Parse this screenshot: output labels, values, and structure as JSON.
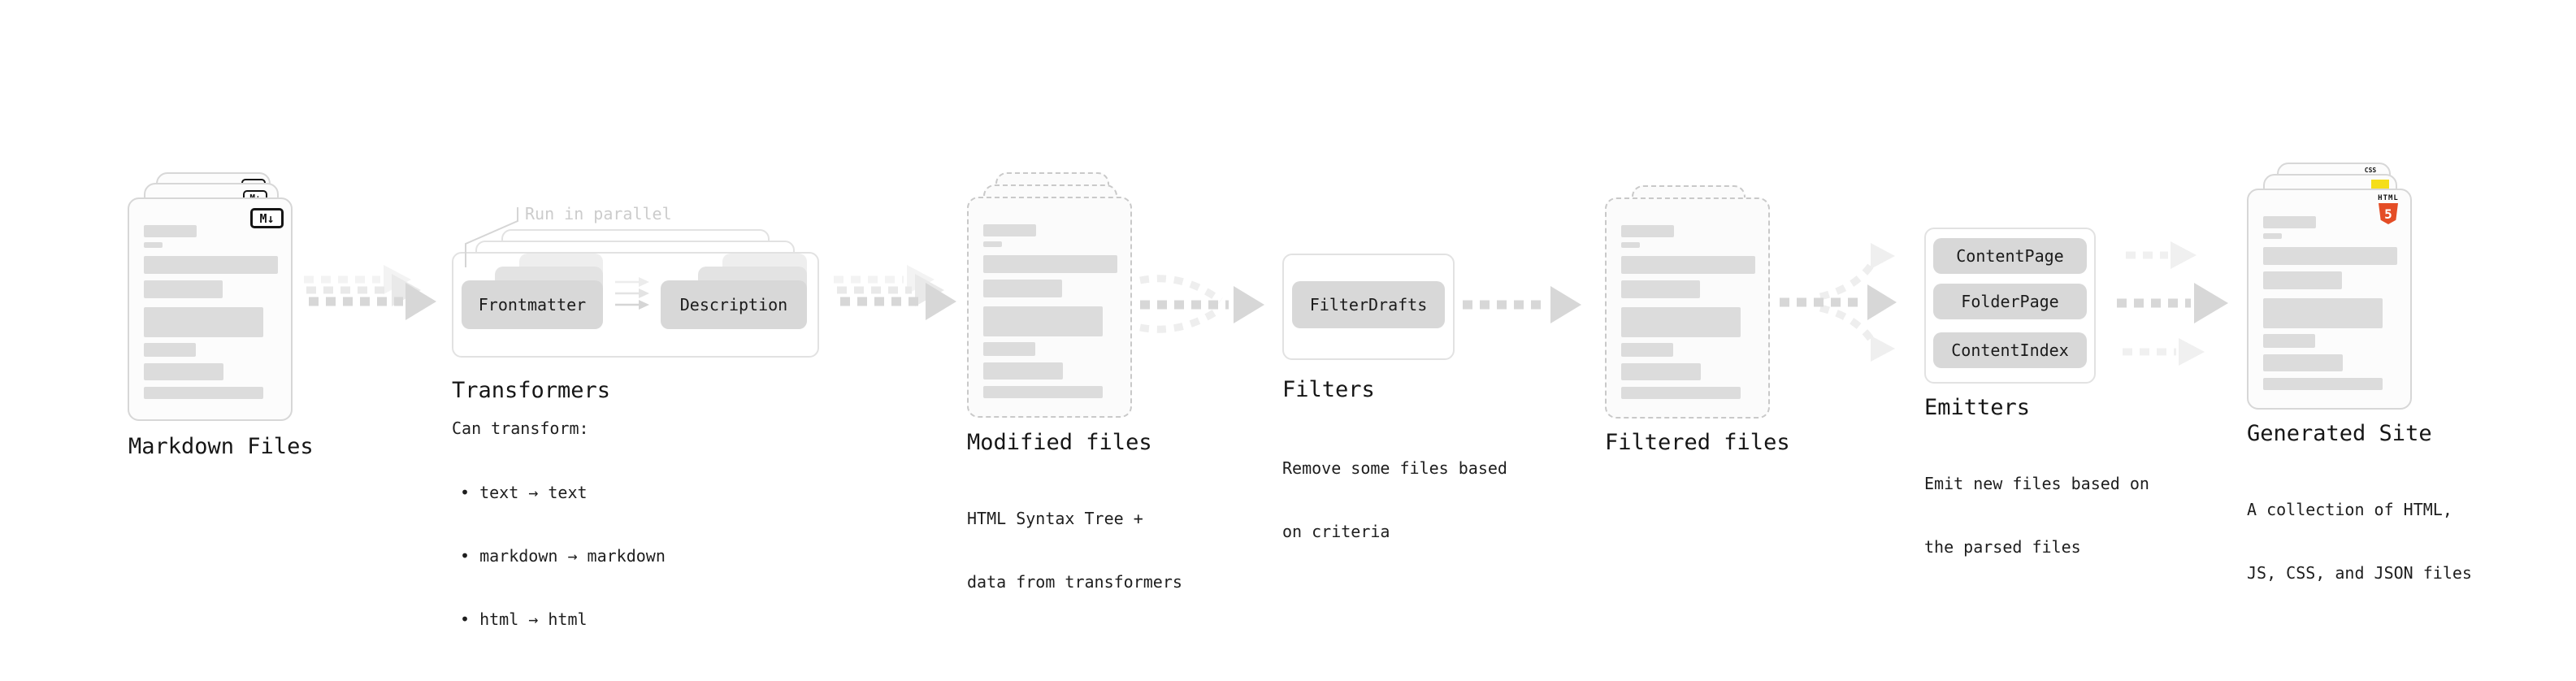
{
  "stages": {
    "markdown_files": {
      "label": "Markdown Files",
      "badge": "M↓"
    },
    "transformers": {
      "heading": "Transformers",
      "note": "Run in parallel",
      "pills": [
        "Frontmatter",
        "Description"
      ],
      "caption_title": "Can transform:",
      "bullets": [
        "text → text",
        "markdown → markdown",
        "html → html"
      ]
    },
    "modified_files": {
      "heading": "Modified files",
      "caption_line1": "HTML Syntax Tree +",
      "caption_line2": "data from transformers"
    },
    "filters": {
      "heading": "Filters",
      "pill": "FilterDrafts",
      "caption_line1": "Remove some files based",
      "caption_line2": "on criteria"
    },
    "filtered_files": {
      "heading": "Filtered files"
    },
    "emitters": {
      "heading": "Emitters",
      "pills": [
        "ContentPage",
        "FolderPage",
        "ContentIndex"
      ],
      "caption_line1": "Emit new files based on",
      "caption_line2": "the parsed files"
    },
    "generated_site": {
      "heading": "Generated Site",
      "caption_line1": "A collection of HTML,",
      "caption_line2": "JS, CSS, and JSON files",
      "badges": {
        "html_word": "HTML",
        "html_number": "5",
        "css": "CSS"
      }
    }
  },
  "colors": {
    "arrow_main": "#d7d7d7",
    "arrow_ghost": "#e9e9e9",
    "arrow_faint": "#f3f3f3",
    "pill_bg": "#d8d8d8",
    "skeleton_bar": "#dcdcdc",
    "card_border": "#d7d7d7",
    "dashed_border": "#c9c9c9",
    "note_gray": "#cccccc",
    "html5_orange": "#e44d26",
    "js_yellow": "#f5de19",
    "css_blue": "#2965f1"
  }
}
